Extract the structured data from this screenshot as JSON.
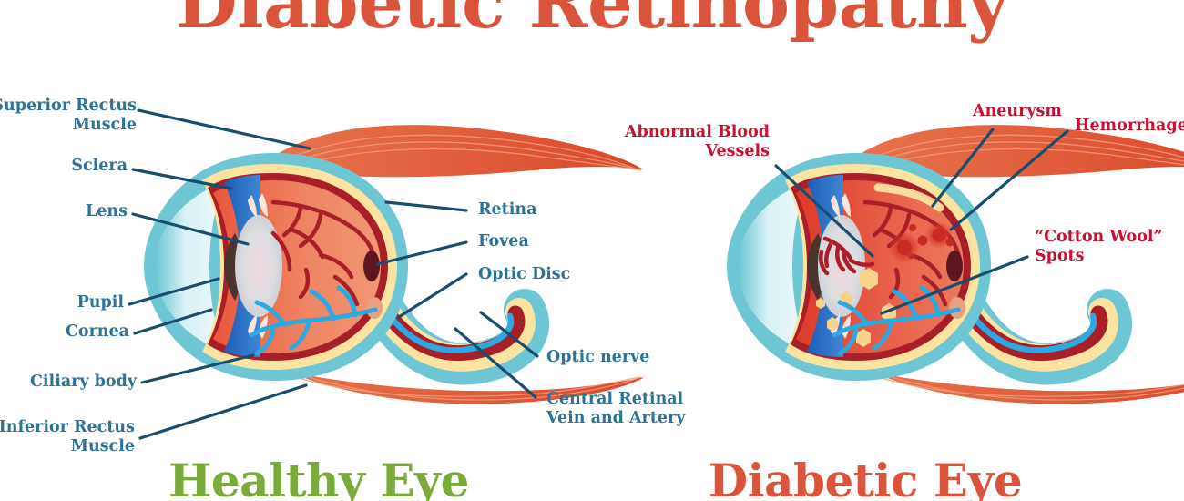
{
  "title": "Diabetic Retinopathy",
  "captions": {
    "healthy": "Healthy Eye",
    "diabetic": "Diabetic Eye"
  },
  "colors": {
    "title": "#d9543a",
    "healthy_caption": "#7aab3a",
    "diabetic_caption": "#d9543a",
    "healthy_label": "#2e7397",
    "diabetic_label": "#c41230",
    "leader_line": "#1a4d6d",
    "sclera_teal": "#6ec6d4",
    "cornea_blue": "#2a6fc4",
    "choroid_yellow": "#fbe3a2",
    "retina_darkred": "#a81f2a",
    "vitreous_salmon": "#ef7f5f",
    "vitreous_red": "#e04533",
    "muscle_orange": "#e2663f",
    "vein_blue": "#2da8e0",
    "artery_red": "#a81f2a",
    "lens_gray": "#cfd2d6",
    "pupil_dark": "#4a342b",
    "cotton_wool": "#f7d38c"
  },
  "healthy_eye": {
    "labels": [
      {
        "key": "superior-rectus-muscle",
        "text": "Superior Rectus\nMuscle"
      },
      {
        "key": "sclera",
        "text": "Sclera"
      },
      {
        "key": "lens",
        "text": "Lens"
      },
      {
        "key": "pupil",
        "text": "Pupil"
      },
      {
        "key": "cornea",
        "text": "Cornea"
      },
      {
        "key": "ciliary-body",
        "text": "Ciliary body"
      },
      {
        "key": "inferior-rectus-muscle",
        "text": "Inferior Rectus\nMuscle"
      },
      {
        "key": "retina",
        "text": "Retina"
      },
      {
        "key": "fovea",
        "text": "Fovea"
      },
      {
        "key": "optic-disc",
        "text": "Optic Disc"
      },
      {
        "key": "optic-nerve",
        "text": "Optic nerve"
      },
      {
        "key": "central-retinal-vein-and-artery",
        "text": "Central Retinal\nVein and Artery"
      }
    ]
  },
  "diabetic_eye": {
    "labels": [
      {
        "key": "abnormal-blood-vessels",
        "text": "Abnormal Blood\nVessels"
      },
      {
        "key": "aneurysm",
        "text": "Aneurysm"
      },
      {
        "key": "hemorrhages",
        "text": "Hemorrhages"
      },
      {
        "key": "cotton-wool-spots",
        "text": "“Cotton Wool”\nSpots"
      }
    ]
  }
}
